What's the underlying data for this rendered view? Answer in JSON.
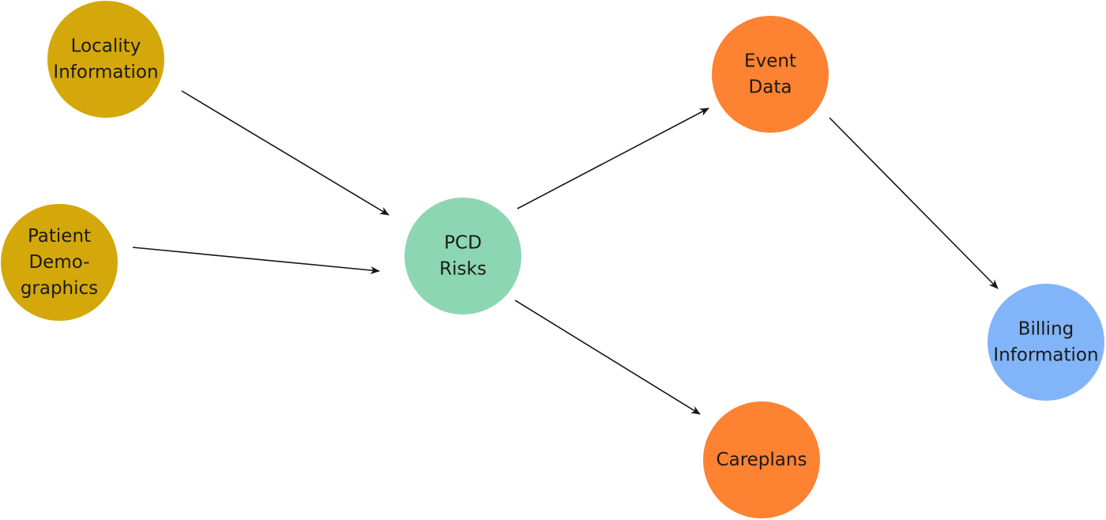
{
  "colors": {
    "source": "#d4a80a",
    "core": "#8dd6b3",
    "output": "#fd8232",
    "billing": "#82b4f9",
    "edge": "#1a1410"
  },
  "nodes": [
    {
      "id": "locality",
      "lines": [
        "Locality",
        "Information"
      ],
      "color_key": "source"
    },
    {
      "id": "patient",
      "lines": [
        "Patient",
        "Demo-",
        "graphics"
      ],
      "color_key": "source"
    },
    {
      "id": "pcd",
      "lines": [
        "PCD",
        "Risks"
      ],
      "color_key": "core"
    },
    {
      "id": "event",
      "lines": [
        "Event",
        "Data"
      ],
      "color_key": "output"
    },
    {
      "id": "careplans",
      "lines": [
        "Careplans"
      ],
      "color_key": "output"
    },
    {
      "id": "billing",
      "lines": [
        "Billing",
        "Information"
      ],
      "color_key": "billing"
    }
  ],
  "edges": [
    {
      "from": "locality",
      "to": "pcd"
    },
    {
      "from": "patient",
      "to": "pcd"
    },
    {
      "from": "pcd",
      "to": "event"
    },
    {
      "from": "pcd",
      "to": "careplans"
    },
    {
      "from": "event",
      "to": "billing"
    }
  ]
}
